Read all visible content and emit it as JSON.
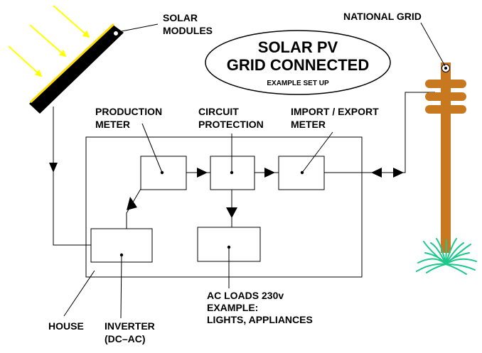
{
  "title": {
    "line1": "SOLAR PV",
    "line2": "GRID CONNECTED",
    "subtitle": "EXAMPLE SET UP"
  },
  "labels": {
    "solar_modules": [
      "SOLAR",
      "MODULES"
    ],
    "national_grid": "NATIONAL GRID",
    "production_meter": [
      "PRODUCTION",
      "METER"
    ],
    "circuit_protection": [
      "CIRCUIT",
      "PROTECTION"
    ],
    "import_export_meter": [
      "IMPORT / EXPORT",
      "METER"
    ],
    "house": "HOUSE",
    "inverter": [
      "INVERTER",
      "(DC–AC)"
    ],
    "ac_loads": [
      "AC LOADS 230v",
      "EXAMPLE:",
      "LIGHTS, APPLIANCES"
    ]
  },
  "colors": {
    "sun_rays": "#ffff00",
    "panel": "#000000",
    "panel_edge": "#ffdd00",
    "pole": "#c8781e",
    "grass": "#1ec88c"
  }
}
